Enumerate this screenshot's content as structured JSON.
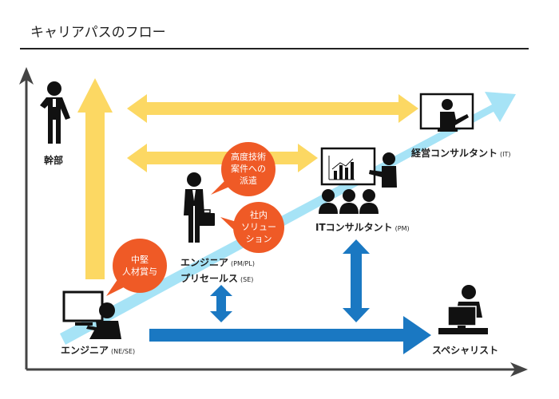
{
  "title": "キャリアパスのフロー",
  "colors": {
    "yellow": "#fcd863",
    "light_blue": "#a6e3f6",
    "blue": "#1a78c2",
    "orange": "#ef5a26",
    "black": "#111111"
  },
  "nodes": {
    "executive": {
      "label": "幹部",
      "icon": "executive-person-icon"
    },
    "business_consultant": {
      "label": "経営コンサルタント",
      "sub": "(IT)",
      "icon": "presenter-screen-icon"
    },
    "it_consultant": {
      "label": "ITコンサルタント",
      "sub": "(PM)",
      "icon": "presentation-audience-icon"
    },
    "engineer_pm": {
      "label_line1": "エンジニア",
      "sub1": "(PM/PL)",
      "label_line2": "プリセールス",
      "sub2": "(SE)",
      "icon": "businessman-briefcase-icon"
    },
    "engineer": {
      "label": "エンジニア",
      "sub": "(NE/SE)",
      "icon": "engineer-at-computer-icon"
    },
    "specialist": {
      "label": "スペシャリスト",
      "icon": "specialist-at-desk-icon"
    }
  },
  "bubbles": {
    "dispatch": [
      "高度技術",
      "案件への",
      "派遣"
    ],
    "solutions": [
      "社内",
      "ソリュー",
      "ション"
    ],
    "mid_level": [
      "中堅",
      "人材賞与"
    ]
  }
}
